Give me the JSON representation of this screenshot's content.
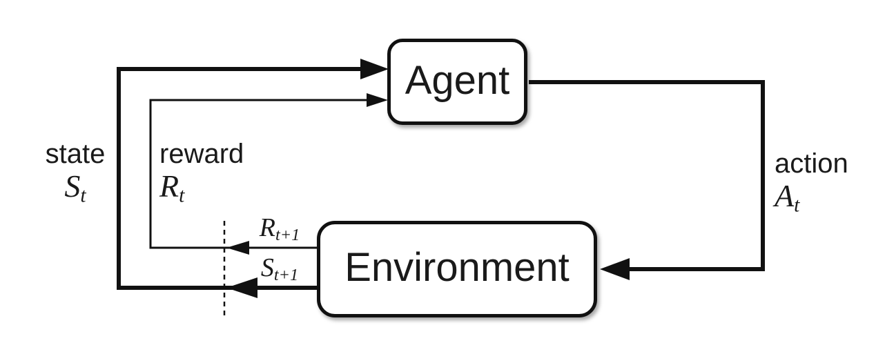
{
  "diagram": {
    "type": "flow-loop",
    "nodes": {
      "agent": {
        "label": "Agent"
      },
      "environment": {
        "label": "Environment"
      }
    },
    "edges": {
      "state": {
        "word": "state",
        "symbol": "S",
        "subscript": "t",
        "from": "environment",
        "to": "agent",
        "style": "thick"
      },
      "reward": {
        "word": "reward",
        "symbol": "R",
        "subscript": "t",
        "from": "environment",
        "to": "agent",
        "style": "thin"
      },
      "action": {
        "word": "action",
        "symbol": "A",
        "subscript": "t",
        "from": "agent",
        "to": "environment",
        "style": "thick"
      },
      "next_reward": {
        "symbol": "R",
        "subscript": "t+1",
        "at": "time-step-boundary"
      },
      "next_state": {
        "symbol": "S",
        "subscript": "t+1",
        "at": "time-step-boundary"
      }
    },
    "colors": {
      "ink": "#111111",
      "background": "#ffffff"
    }
  }
}
